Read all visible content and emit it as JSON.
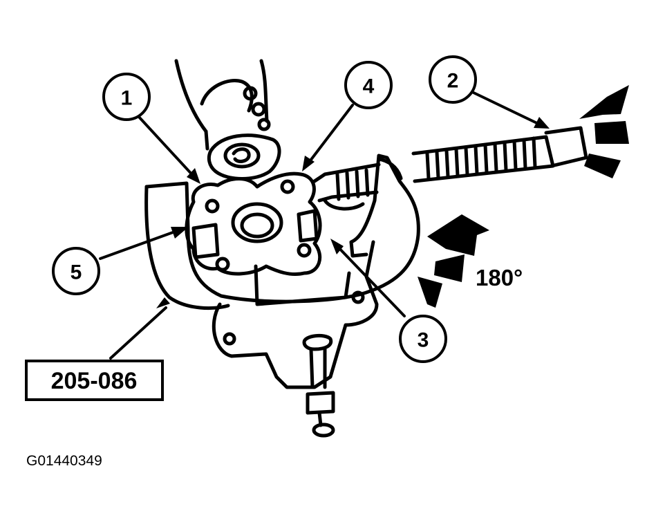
{
  "callouts": [
    {
      "id": "1",
      "label": "1"
    },
    {
      "id": "2",
      "label": "2"
    },
    {
      "id": "3",
      "label": "3"
    },
    {
      "id": "4",
      "label": "4"
    },
    {
      "id": "5",
      "label": "5"
    }
  ],
  "rotation_label": "180°",
  "tool_number": "205-086",
  "figure_id": "G01440349",
  "colors": {
    "ink": "#000000",
    "paper": "#ffffff"
  },
  "icons": [
    "rotation-arrow-icon",
    "turn-arrows-icon"
  ]
}
